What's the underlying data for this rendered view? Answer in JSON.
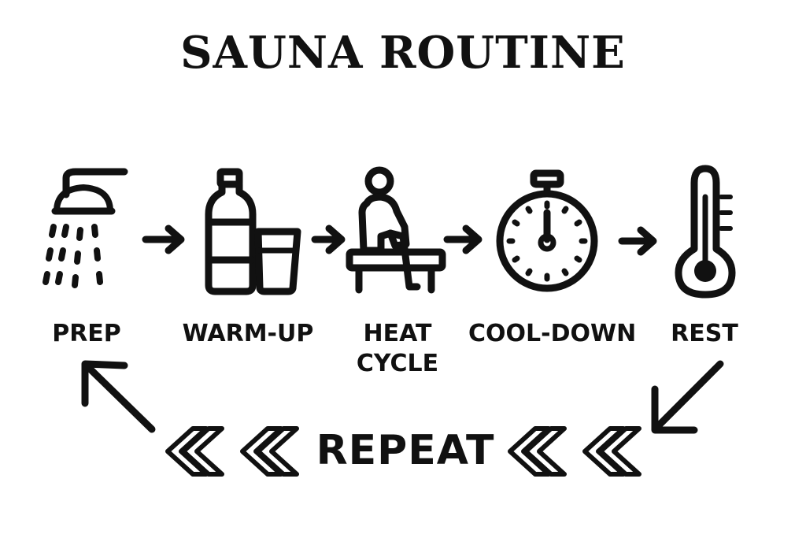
{
  "title": "SAUNA ROUTINE",
  "steps": [
    {
      "label": "PREP",
      "icon": "shower-icon"
    },
    {
      "label": "WARM-UP",
      "icon": "water-bottle-glass-icon"
    },
    {
      "label_lines": [
        "HEAT",
        "CYCLE"
      ],
      "icon": "seated-person-bench-icon"
    },
    {
      "label": "COOL-DOWN",
      "icon": "stopwatch-icon"
    },
    {
      "label": "REST",
      "icon": "thermometer-icon"
    }
  ],
  "loop": {
    "label": "REPEAT",
    "icons": [
      "double-chevron-left-icon",
      "loop-arrow-up-left-icon",
      "loop-arrow-down-left-icon"
    ]
  },
  "colors": {
    "ink": "#111111",
    "background": "#ffffff"
  }
}
